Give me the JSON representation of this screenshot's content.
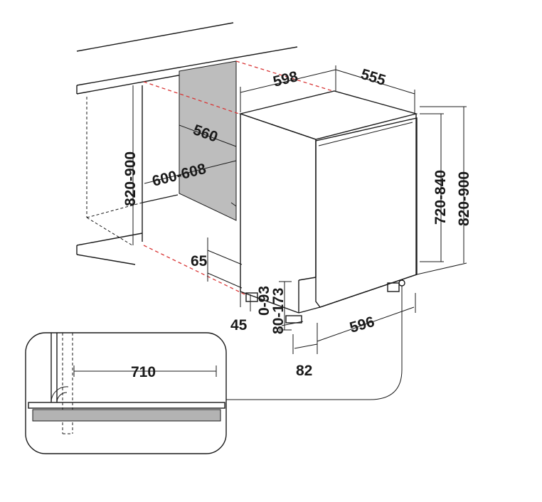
{
  "dimensions": {
    "width_598": "598",
    "depth_555": "555",
    "niche_depth_560": "560",
    "niche_width_600_608": "600-608",
    "niche_height_820_900": "820-900",
    "appliance_height_720_840": "720-840",
    "total_height_820_900": "820-900",
    "toe_65": "65",
    "plinth_0_93": "0-93",
    "plinth_80_173": "80-173",
    "gap_45": "45",
    "foot_width_596": "596",
    "foot_82": "82",
    "door_swing_710": "710"
  },
  "colors": {
    "line": "#1a1a1a",
    "hidden_edge": "#d93636",
    "panel_fill": "#bdbdbd",
    "worktop_fill": "#b3b3b3"
  }
}
